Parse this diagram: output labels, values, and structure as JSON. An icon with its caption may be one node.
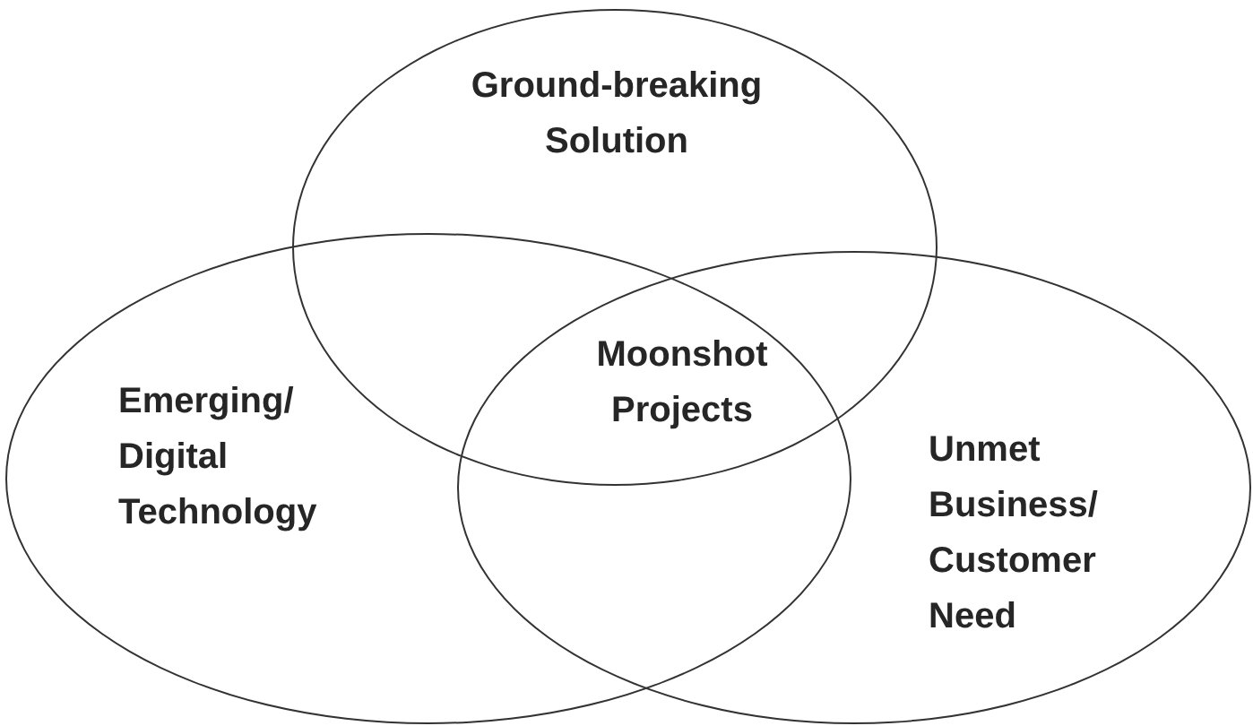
{
  "diagram": {
    "nodes": [
      {
        "text": [
          "Ground-breaking Solution"
        ]
      },
      {
        "text": [
          "Emerging/ Digital Technology"
        ]
      },
      {
        "text": [
          "Unmet Business/ Customer Need"
        ]
      }
    ],
    "labels": [
      "Moonshot Projects"
    ]
  }
}
